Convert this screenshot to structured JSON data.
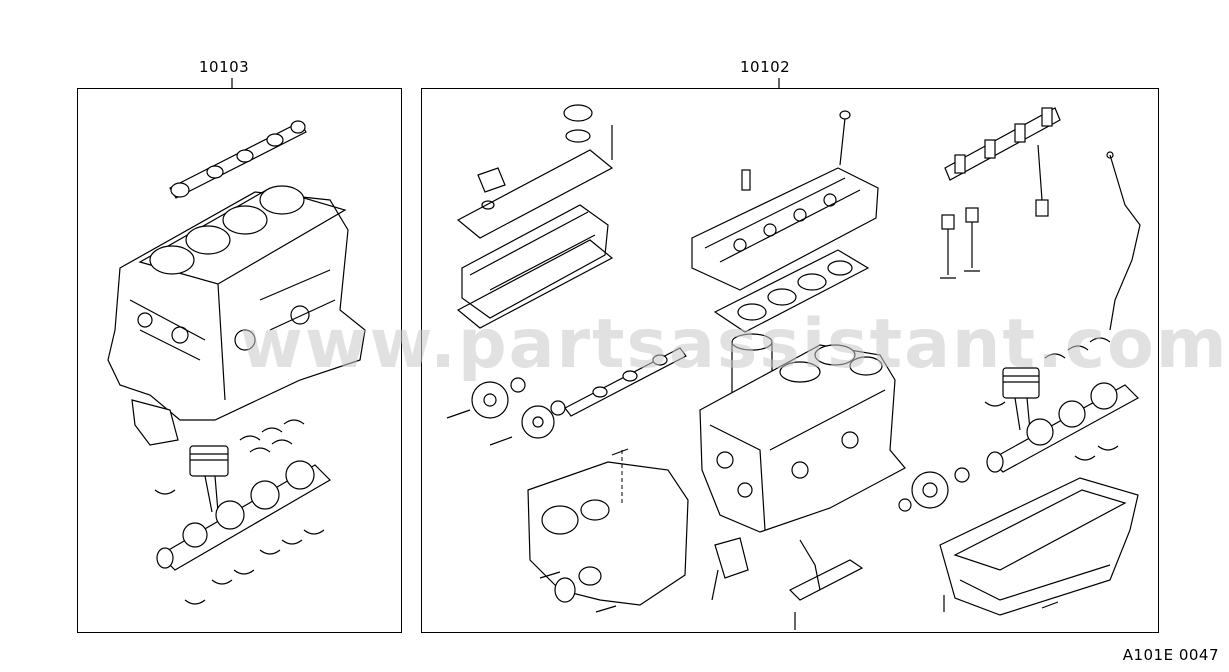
{
  "assemblies": [
    {
      "part_number": "10103"
    },
    {
      "part_number": "10102"
    }
  ],
  "watermark": "www.partsassistant.com",
  "diagram_code": "A101E 0047"
}
